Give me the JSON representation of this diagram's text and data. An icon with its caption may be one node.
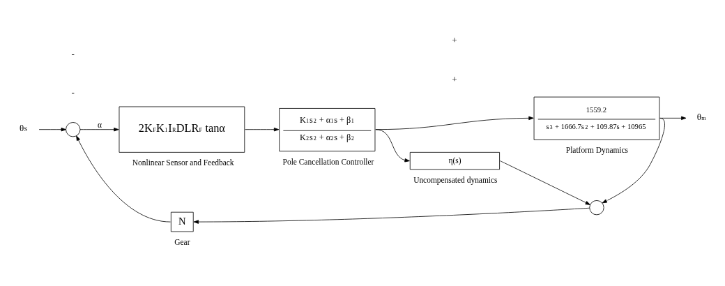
{
  "diagram": {
    "nodes": [
      {
        "text": [
          "θ$_{S}$"
        ]
      },
      {
        "text": [],
        "shape": "circle"
      },
      {
        "text": [
          "2K$_{F}$K$_{1}$I$_{R}$DLR$_{F}$ tanα"
        ],
        "beside": [
          "Nonlinear Sensor and Feedback"
        ]
      },
      {
        "text": [
          "K$_{1}$s$^{2}$ + α$_{1}$s + β$_{1}$",
          "K$_{2}$s$^{2}$ + α$_{2}$s + β$_{2}$"
        ],
        "beside": [
          "Pole Cancellation Controller"
        ]
      },
      {
        "text": [
          "1559.2",
          "s$^{3}$ + 1666.7s$^{2}$ + 109.87s + 10965"
        ],
        "beside": [
          "Platform Dynamics"
        ]
      },
      {
        "text": [
          "θ$_{m}$"
        ]
      },
      {
        "text": [
          "η(s)"
        ],
        "beside": [
          "Uncompensated dynamics"
        ]
      },
      {
        "text": [],
        "shape": "circle"
      },
      {
        "text": [
          "N"
        ],
        "beside": [
          "Gear"
        ]
      }
    ],
    "edges": [
      {
        "from": 0,
        "to": 1,
        "arrow": "to"
      },
      {
        "from": 1,
        "to": 2,
        "arrow": "to",
        "label": "α"
      },
      {
        "from": 2,
        "to": 3,
        "arrow": "to"
      },
      {
        "from": 3,
        "to": 4,
        "arrow": "to"
      },
      {
        "from": 4,
        "to": 5,
        "arrow": "to"
      },
      {
        "from": 3,
        "to": 6,
        "arrow": "to"
      },
      {
        "from": 6,
        "to": 7,
        "arrow": "to"
      },
      {
        "from": 4,
        "to": 7,
        "arrow": "to"
      },
      {
        "from": 7,
        "to": 8,
        "arrow": "to"
      },
      {
        "from": 8,
        "to": 1,
        "arrow": "to"
      }
    ],
    "labels": [
      "-",
      "-",
      "+",
      "+"
    ]
  }
}
